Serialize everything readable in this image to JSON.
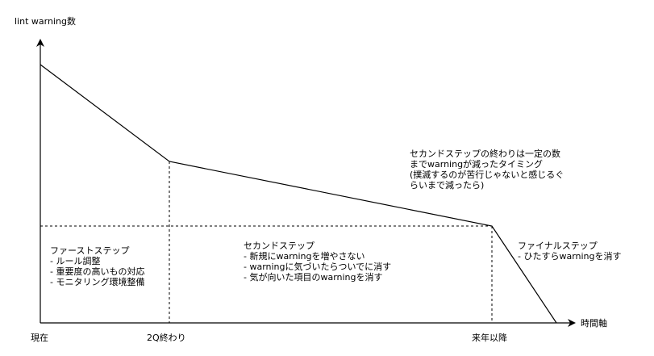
{
  "y_axis_label": "lint warning数",
  "x_axis_label": "時間軸",
  "x_ticks": [
    "現在",
    "2Q終わり",
    "来年以降"
  ],
  "phases": [
    {
      "title": "ファーストステップ",
      "items": [
        "- ルール調整",
        "- 重要度の高いもの対応",
        "- モニタリング環境整備"
      ]
    },
    {
      "title": "セカンドステップ",
      "items": [
        "- 新規にwarningを増やさない",
        "- warningに気づいたらついでに消す",
        "- 気が向いた項目のwarningを消す"
      ]
    },
    {
      "title": "ファイナルステップ",
      "items": [
        "- ひたすらwarningを消す"
      ]
    }
  ],
  "annotation": [
    "セカンドステップの終わりは一定の数",
    "までwarningが減ったタイミング",
    "(撲滅するのが苦行じゃないと感じるぐ",
    "らいまで減ったら)"
  ],
  "colors": {
    "line": "#000000",
    "background": "#ffffff"
  }
}
